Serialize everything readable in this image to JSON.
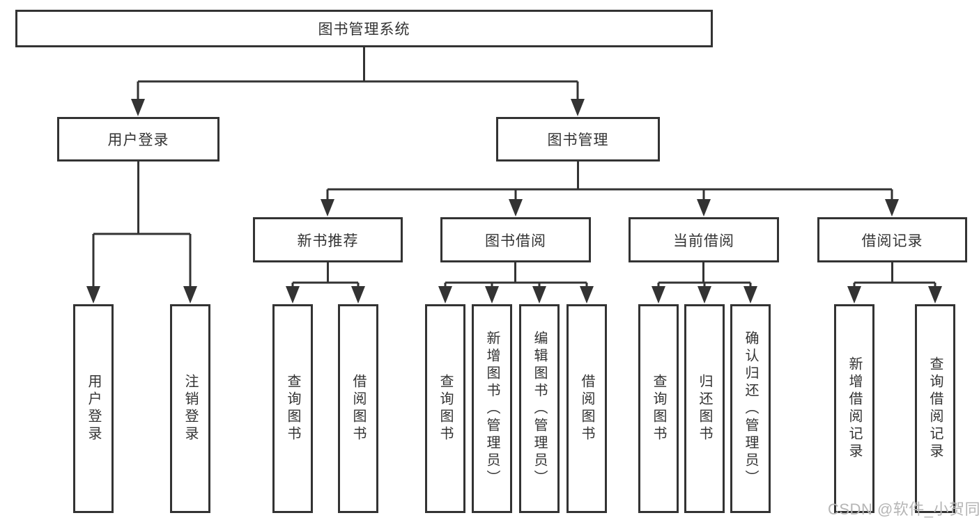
{
  "diagram": {
    "title": "图书管理系统",
    "colors": {
      "line": "#333333",
      "node_border": "#333333",
      "node_background": "#ffffff",
      "text": "#333333",
      "watermark": "#b5b5b5"
    },
    "tree": {
      "root": "图书管理系统",
      "login": {
        "label": "用户登录",
        "children": [
          "用户登录",
          "注销登录"
        ]
      },
      "manage": {
        "label": "图书管理"
      },
      "sections": [
        {
          "label": "新书推荐",
          "children": [
            "查询图书",
            "借阅图书"
          ]
        },
        {
          "label": "图书借阅",
          "children": [
            "查询图书",
            "新增图书（管理员）",
            "编辑图书（管理员）",
            "借阅图书"
          ]
        },
        {
          "label": "当前借阅",
          "children": [
            "查询图书",
            "归还图书",
            "确认归还（管理员）"
          ]
        },
        {
          "label": "借阅记录",
          "children": [
            "新增借阅记录",
            "查询借阅记录"
          ]
        }
      ]
    }
  },
  "watermark": {
    "text": "CSDN @软件_小贺同学"
  }
}
